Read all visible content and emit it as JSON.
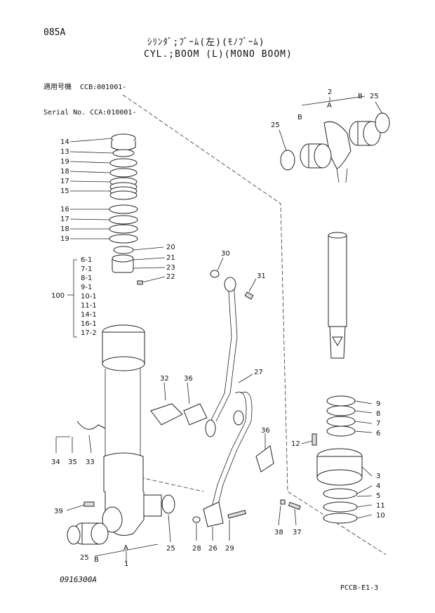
{
  "header": {
    "page_id": "085A",
    "title_jp": "ｼﾘﾝﾀﾞ;ﾌﾞｰﾑ(左)(ﾓﾉﾌﾞｰﾑ)",
    "title_en": "CYL.;BOOM (L)(MONO BOOM)",
    "serial_line1": "適用号機  CCB:001001-",
    "serial_line2": "Serial No. CCA:010001-"
  },
  "footer": {
    "drawing_number": "0916300A",
    "page_code": "PCCB-E1-3"
  },
  "callouts": {
    "left_stack": [
      "14",
      "13",
      "19",
      "18",
      "17",
      "15",
      "16",
      "17",
      "18",
      "19"
    ],
    "right_seal_group": [
      "20",
      "21",
      "23",
      "22"
    ],
    "kit_list": [
      "6-1",
      "7-1",
      "8-1",
      "9-1",
      "10-1",
      "11-1",
      "14-1",
      "16-1",
      "17-2"
    ],
    "kit_number": "100",
    "piping": [
      "30",
      "31",
      "27",
      "32",
      "36",
      "36",
      "12"
    ],
    "lower_left": [
      "34",
      "35",
      "33",
      "39",
      "25",
      "B",
      "A",
      "1",
      "25",
      "28",
      "26",
      "29"
    ],
    "lower_right": [
      "38",
      "37"
    ],
    "rod_end": [
      "2",
      "A",
      "B",
      "25",
      "25",
      "B"
    ],
    "gland": [
      "9",
      "8",
      "7",
      "6",
      "3",
      "4",
      "5",
      "11",
      "10"
    ]
  }
}
